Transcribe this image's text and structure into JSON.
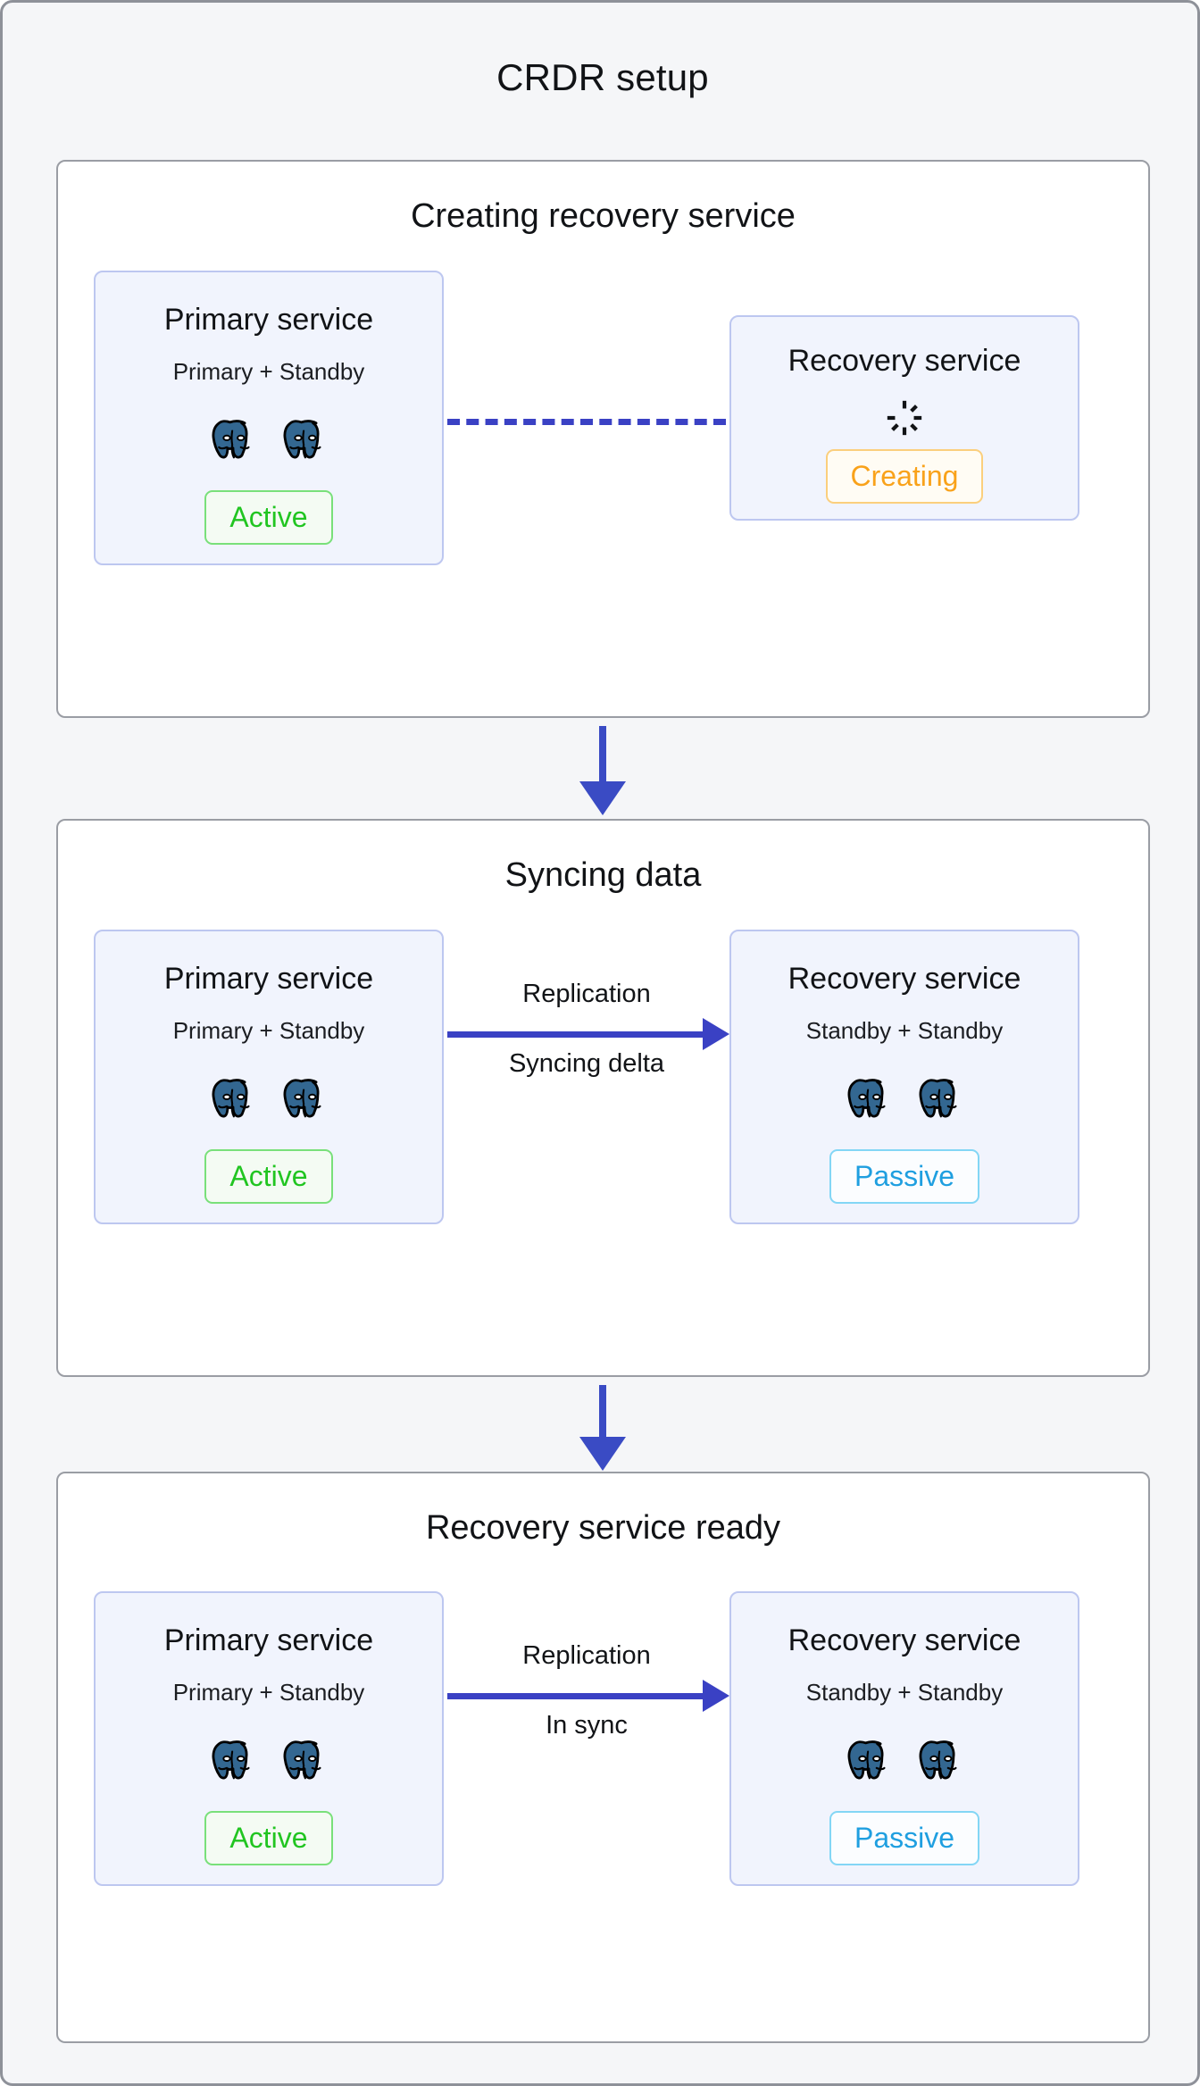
{
  "diagram": {
    "title": "CRDR setup"
  },
  "stages": [
    {
      "title": "Creating recovery service",
      "left_card": {
        "title": "Primary service",
        "subtitle": "Primary + Standby",
        "node_count": 2,
        "node_icon": "postgresql-elephant-icon",
        "badge": "Active",
        "badge_state": "active"
      },
      "right_card": {
        "title": "Recovery service",
        "subtitle": "",
        "node_count": 0,
        "node_icon": "spinner-icon",
        "badge": "Creating",
        "badge_state": "creating"
      },
      "connector": {
        "style": "dashed",
        "label_top": "",
        "label_bottom": "",
        "arrow": false,
        "color": "#3a41c4"
      }
    },
    {
      "title": "Syncing data",
      "left_card": {
        "title": "Primary service",
        "subtitle": "Primary + Standby",
        "node_count": 2,
        "node_icon": "postgresql-elephant-icon",
        "badge": "Active",
        "badge_state": "active"
      },
      "right_card": {
        "title": "Recovery service",
        "subtitle": "Standby + Standby",
        "node_count": 2,
        "node_icon": "postgresql-elephant-icon",
        "badge": "Passive",
        "badge_state": "passive"
      },
      "connector": {
        "style": "solid",
        "label_top": "Replication",
        "label_bottom": "Syncing delta",
        "arrow": true,
        "color": "#3a41c4"
      }
    },
    {
      "title": "Recovery service ready",
      "left_card": {
        "title": "Primary service",
        "subtitle": "Primary + Standby",
        "node_count": 2,
        "node_icon": "postgresql-elephant-icon",
        "badge": "Active",
        "badge_state": "active"
      },
      "right_card": {
        "title": "Recovery service",
        "subtitle": "Standby + Standby",
        "node_count": 2,
        "node_icon": "postgresql-elephant-icon",
        "badge": "Passive",
        "badge_state": "passive"
      },
      "connector": {
        "style": "solid",
        "label_top": "Replication",
        "label_bottom": "In sync",
        "arrow": true,
        "color": "#3a41c4"
      }
    }
  ],
  "flow_arrows": [
    {
      "direction": "down",
      "color": "#3a4bc4"
    },
    {
      "direction": "down",
      "color": "#3a4bc4"
    }
  ],
  "colors": {
    "page_background": "#f5f6f8",
    "stage_background": "#ffffff",
    "stage_border": "#9a9da4",
    "card_background": "#f1f4fd",
    "card_border": "#bdc7f0",
    "connector_blue": "#3a41c4",
    "active_green": "#21c521",
    "passive_blue": "#1f9fe0",
    "creating_orange": "#f9a21a",
    "postgres_blue": "#336791"
  }
}
